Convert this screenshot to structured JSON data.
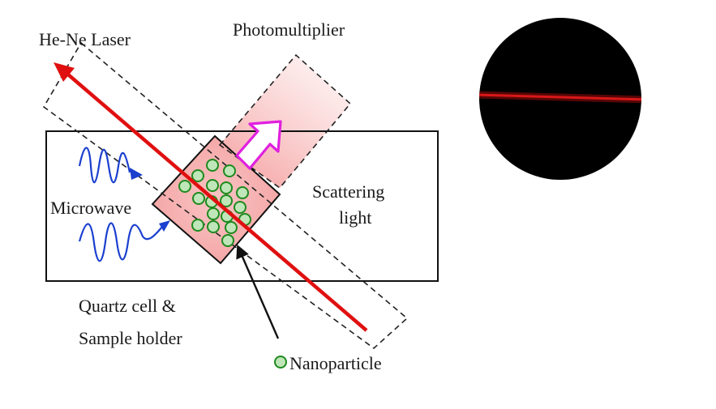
{
  "labels": {
    "laser": "He-Ne Laser",
    "photomultiplier": "Photomultiplier",
    "microwave": "Microwave",
    "scattering_line1": "Scattering",
    "scattering_line2": "light",
    "quartz_line1": "Quartz cell &",
    "quartz_line2": "Sample holder",
    "nanoparticle": "Nanoparticle"
  },
  "colors": {
    "laser_beam": "#e01010",
    "microwave": "#1a3fcf",
    "nanoparticle_fill": "#bfe6b8",
    "nanoparticle_stroke": "#1e8a1e",
    "scatter_arrow": "#e020e0",
    "sample_glow": "#f7a6a6",
    "photomultiplier_glow": "#fbd6d6",
    "photo_background": "#000000",
    "photo_beam": "#c01010"
  },
  "nanoparticle_count": 18
}
